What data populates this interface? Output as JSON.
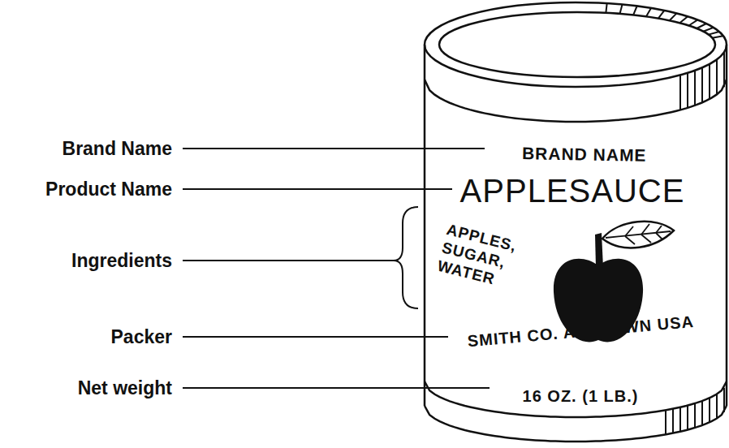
{
  "diagram": {
    "nodes": [
      {
        "text": [
          "BRAND NAME",
          "APPLESAUCE",
          "APPLES, SUGAR, WATER",
          "SMITH CO. ANYTOWN USA",
          "16 OZ. (1 LB.)"
        ]
      }
    ],
    "labels": [
      "Brand Name",
      "Product Name",
      "Ingredients",
      "Packer",
      "Net weight"
    ]
  }
}
